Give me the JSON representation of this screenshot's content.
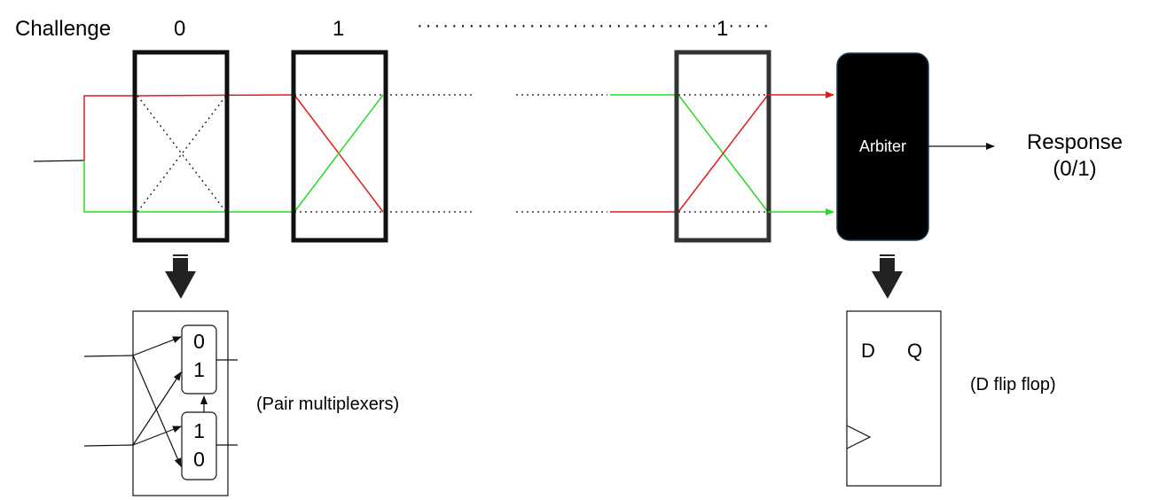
{
  "challenge": {
    "label": "Challenge",
    "bits": [
      "0",
      "1",
      "1"
    ],
    "ellipsis": "·········································"
  },
  "arbiter": {
    "label": "Arbiter"
  },
  "response": {
    "line1": "Response",
    "line2": "(0/1)"
  },
  "mux_detail": {
    "top_inputs": [
      "0",
      "1"
    ],
    "bottom_inputs": [
      "1",
      "0"
    ],
    "caption": "(Pair multiplexers)"
  },
  "flipflop_detail": {
    "d_label": "D",
    "q_label": "Q",
    "caption": "(D flip flop)"
  },
  "colors": {
    "red_path": "#e41b1b",
    "green_path": "#22dd22",
    "box_stroke": "#111111",
    "arbiter_fill": "#000000"
  }
}
